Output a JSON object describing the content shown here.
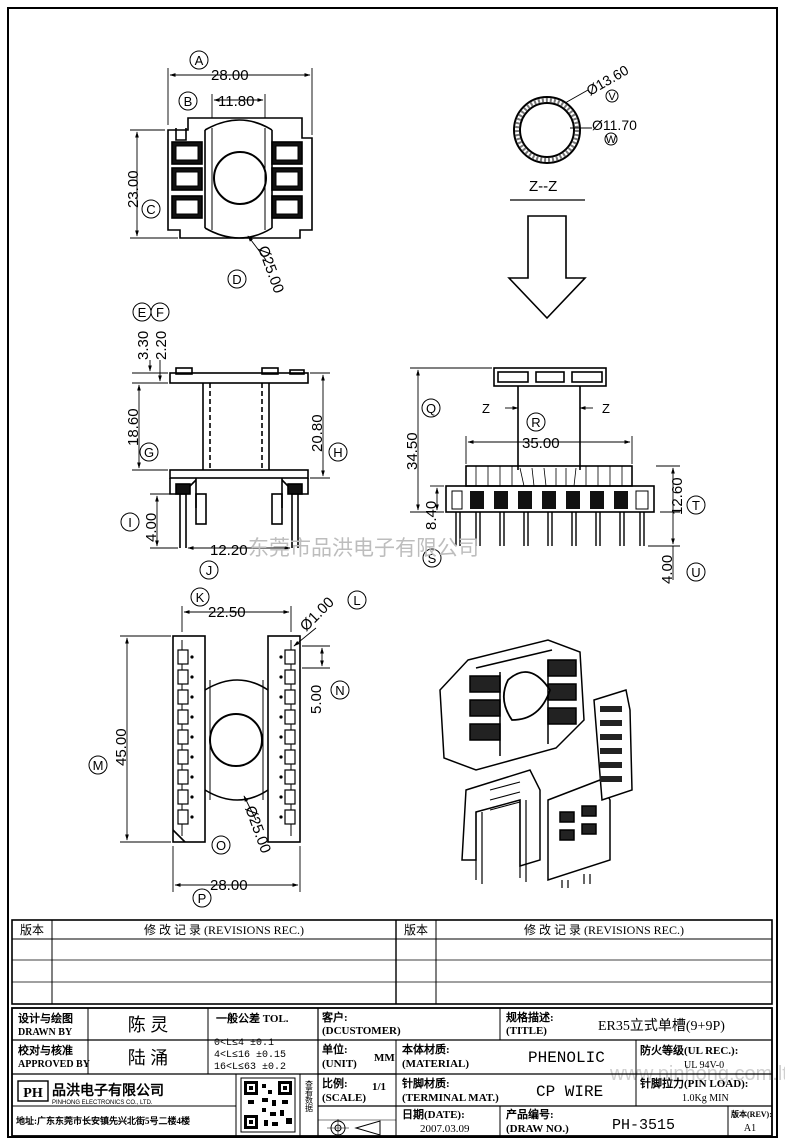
{
  "dims": {
    "d28_top": "28.00",
    "d11_80": "11.80",
    "d23_00": "23.00",
    "d25_00_top": "Ø25.00",
    "d13_60": "Ø13.60",
    "d11_70": "Ø11.70",
    "section": "Z--Z",
    "d3_30": "3.30",
    "d2_20": "2.20",
    "d18_60": "18.60",
    "d20_80": "20.80",
    "d4_00_left": "4.00",
    "d12_20": "12.20",
    "d34_50": "34.50",
    "d35_00": "35.00",
    "d8_40": "8.40",
    "d12_60": "12.60",
    "d4_00_right": "4.00",
    "d22_50": "22.50",
    "d1_00": "Ø1.00",
    "d5_00": "5.00",
    "d45_00": "45.00",
    "d25_00_bottom": "Ø25.00",
    "d28_bottom": "28.00",
    "z_left": "Z",
    "z_right": "Z"
  },
  "bubbles": {
    "A": "A",
    "B": "B",
    "C": "C",
    "D": "D",
    "E": "E",
    "F": "F",
    "G": "G",
    "H": "H",
    "I": "I",
    "J": "J",
    "K": "K",
    "L": "L",
    "M": "M",
    "N": "N",
    "O": "O",
    "P": "P",
    "Q": "Q",
    "R": "R",
    "S": "S",
    "T": "T",
    "U": "U",
    "V": "V",
    "W": "W"
  },
  "watermarks": {
    "center": "东莞市品洪电子有限公司",
    "right": "www.pinhong.com.ltd"
  },
  "revisions": {
    "ver_label_left": "版本",
    "rec_label_left": "修 改 记 录 (REVISIONS REC.)",
    "ver_label_right": "版本",
    "rec_label_right": "修 改 记 录 (REVISIONS REC.)"
  },
  "title_block": {
    "drawn_label": "设计与绘图",
    "drawn_label_en": "DRAWN BY",
    "drawn_name": "陈 灵",
    "approved_label": "校对与核准",
    "approved_label_en": "APPROVED BY",
    "approved_name": "陆 涌",
    "tol_title": "一般公差 TOL.",
    "tol_1": "0<L≤4    ±0.1",
    "tol_2": "4<L≤16   ±0.15",
    "tol_3": "16<L≤63  ±0.2",
    "customer_label": "客户:",
    "customer_label_en": "(DCUSTOMER)",
    "title_label": "规格描述:",
    "title_label_en": "(TITLE)",
    "title_value": "ER35立式单槽(9+9P)",
    "unit_label": "单位:",
    "unit_label_en": "(UNIT)",
    "unit_value": "MM",
    "material_label": "本体材质:",
    "material_label_en": "(MATERIAL)",
    "material_value": "PHENOLIC",
    "fire_label": "防火等级(UL REC.):",
    "fire_value": "UL 94V-0",
    "company_logo": "PH",
    "company_name": "品洪电子有限公司",
    "company_name_en": "PINHONG ELECTRONICS CO., LTD.",
    "scale_label": "比例:",
    "scale_label_en": "(SCALE)",
    "scale_value": "1/1",
    "terminal_label": "针脚材质:",
    "terminal_label_en": "(TERMINAL MAT.)",
    "terminal_value": "CP WIRE",
    "pinload_label": "针脚拉力(PIN LOAD):",
    "pinload_value": "1.0Kg MIN",
    "qr_text": "查看数据",
    "address": "地址:广东东莞市长安镇先兴北街5号二楼4楼",
    "date_label": "日期(DATE):",
    "date_value": "2007.03.09",
    "drawno_label": "产品编号:",
    "drawno_label_en": "(DRAW NO.)",
    "drawno_value": "PH-3515",
    "rev_label": "版本(REV):",
    "rev_value": "A1"
  }
}
